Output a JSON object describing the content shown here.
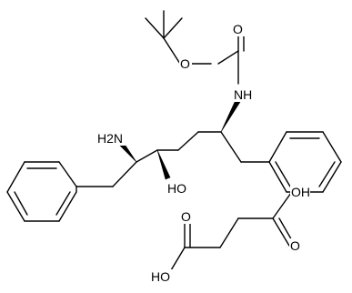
{
  "molecule": {
    "labels": {
      "carbamate_carbonyl_O": "O",
      "carbamate_ester_O": "O",
      "carbamate_NH": "NH",
      "amine_H2N": "H2N",
      "hydroxyl": "HO",
      "acid_OH_top": "OH",
      "acid_carbonyl_O_right": "O",
      "acid_carbonyl_O_left": "O",
      "acid_HO_bottom": "HO"
    }
  }
}
